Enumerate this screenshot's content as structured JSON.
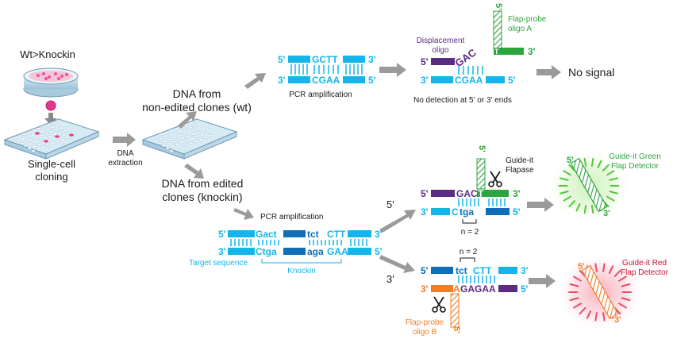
{
  "colors": {
    "cyan": "#13b5ea",
    "blue": "#0e6eb8",
    "green": "#2da53f",
    "purple": "#5b2c83",
    "orange": "#f07d29",
    "gray": "#9a9a9a",
    "pink": "#e8368f",
    "dark": "#1a1a1a",
    "red_label": "#c8102e",
    "green_label": "#2da53f"
  },
  "labels": {
    "wt_knockin": "Wt>Knockin",
    "single_cell_1": "Single-cell",
    "single_cell_2": "cloning",
    "dna_extraction_1": "DNA",
    "dna_extraction_2": "extraction",
    "dna_wt_1": "DNA from",
    "dna_wt_2": "non-edited clones (wt)",
    "dna_ki_1": "DNA from edited",
    "dna_ki_2": "clones (knockin)",
    "pcr_top": "PCR amplification",
    "pcr_mid": "PCR amplification",
    "displacement_1": "Displacement",
    "displacement_2": "oligo",
    "flap_probe_a_1": "Flap-probe",
    "flap_probe_a_2": "oligo A",
    "no_signal": "No signal",
    "no_detection": "No detection at 5' or 3' ends",
    "guide_flapase_1": "Guide-it",
    "guide_flapase_2": "Flapase",
    "green_detector_1": "Guide-it Green",
    "green_detector_2": "Flap Detector",
    "red_detector_1": "Guide-it Red",
    "red_detector_2": "Flap Detector",
    "flap_probe_b_1": "Flap-probe",
    "flap_probe_b_2": "oligo B",
    "target_sequence": "Target sequence",
    "knockin": "Knockin",
    "n2_upper": "n = 2",
    "n2_lower": "n = 2",
    "branch_5": "5'",
    "branch_3": "3'"
  },
  "sequences": {
    "wt_top": "GCTT",
    "wt_bottom": "CGAA",
    "wt_gac": "GAC",
    "wt_probe_t": "T",
    "no_det_bottom": "CGAA",
    "ki_top_a": "Gact",
    "ki_top_b": "tct",
    "ki_top_c": "CTT",
    "ki_bot_a": "Ctga",
    "ki_bot_b": "aga",
    "ki_bot_c": "GAA",
    "g_top_1": "GAC",
    "g_top_2": "T",
    "g_bot_1": "C",
    "g_bot_2": "tga",
    "r_top_1": "tct",
    "r_top_2": "CTT",
    "r_bot_1": "A",
    "r_bot_2": "GAGAA"
  },
  "ends": {
    "five": "5'",
    "three": "3'"
  }
}
